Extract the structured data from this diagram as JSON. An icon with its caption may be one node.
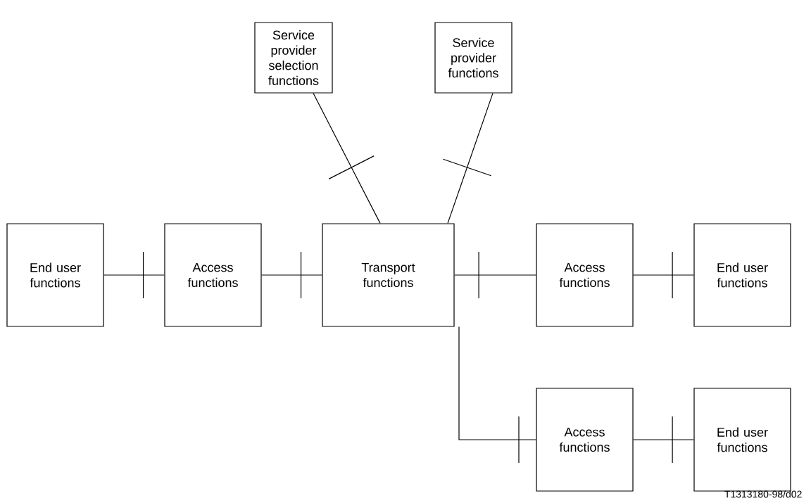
{
  "diagram": {
    "nodes": [
      {
        "text": [
          "Service provider selection functions"
        ]
      },
      {
        "text": [
          "Service provider functions"
        ]
      },
      {
        "text": [
          "End user functions"
        ]
      },
      {
        "text": [
          "Access functions"
        ]
      },
      {
        "text": [
          "Transport functions"
        ]
      },
      {
        "text": [
          "Access functions"
        ]
      },
      {
        "text": [
          "End user functions"
        ]
      },
      {
        "text": [
          "Access functions"
        ]
      },
      {
        "text": [
          "End user functions"
        ]
      }
    ],
    "edges": [
      {
        "from": 0,
        "to": 4,
        "arrow": "none"
      },
      {
        "from": 1,
        "to": 4,
        "arrow": "none"
      },
      {
        "from": 2,
        "to": 3,
        "arrow": "none"
      },
      {
        "from": 3,
        "to": 4,
        "arrow": "none"
      },
      {
        "from": 4,
        "to": 5,
        "arrow": "none"
      },
      {
        "from": 5,
        "to": 6,
        "arrow": "none"
      },
      {
        "from": 4,
        "to": 7,
        "arrow": "none"
      },
      {
        "from": 7,
        "to": 8,
        "arrow": "none"
      }
    ],
    "labels": [
      "T1313180-98/d02"
    ]
  }
}
